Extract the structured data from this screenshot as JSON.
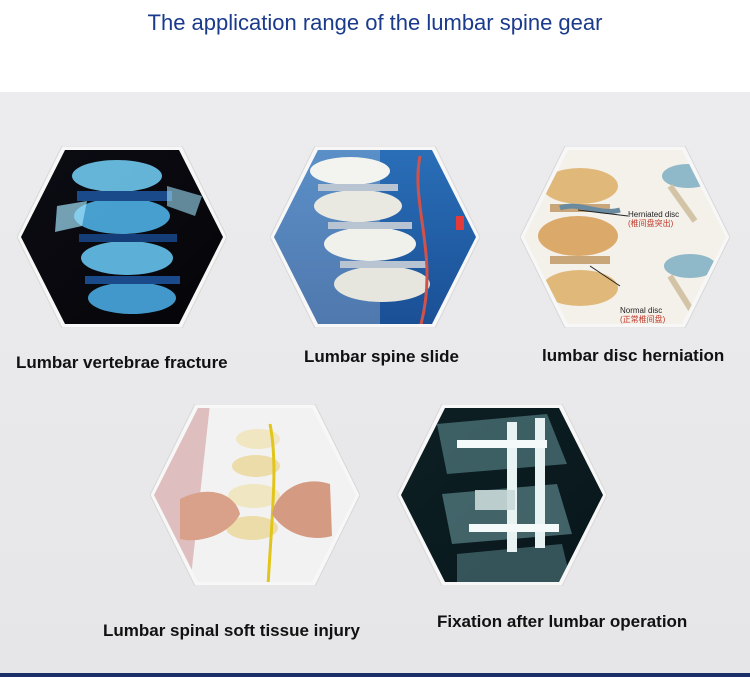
{
  "page": {
    "title": "The application range of the lumbar spine gear"
  },
  "items": [
    {
      "caption": "Lumbar vertebrae fracture",
      "image": "ct-scan-spine-fracture-image"
    },
    {
      "caption": "Lumbar spine slide",
      "image": "spine-model-slide-image"
    },
    {
      "caption": "lumbar disc herniation",
      "image": "disc-herniation-diagram-image",
      "labels": {
        "herniated": "Herniated disc",
        "herniated_cn": "(椎间盘突出)",
        "normal": "Normal disc",
        "normal_cn": "(正常椎间盘)"
      }
    },
    {
      "caption": "Lumbar spinal soft tissue injury",
      "image": "hands-holding-spine-model-image"
    },
    {
      "caption": "Fixation after lumbar operation",
      "image": "xray-spinal-fixation-image"
    }
  ],
  "colors": {
    "title": "#1a3a8c",
    "panel": "#e9e9eb",
    "hex_border": "#f4f4f4"
  }
}
